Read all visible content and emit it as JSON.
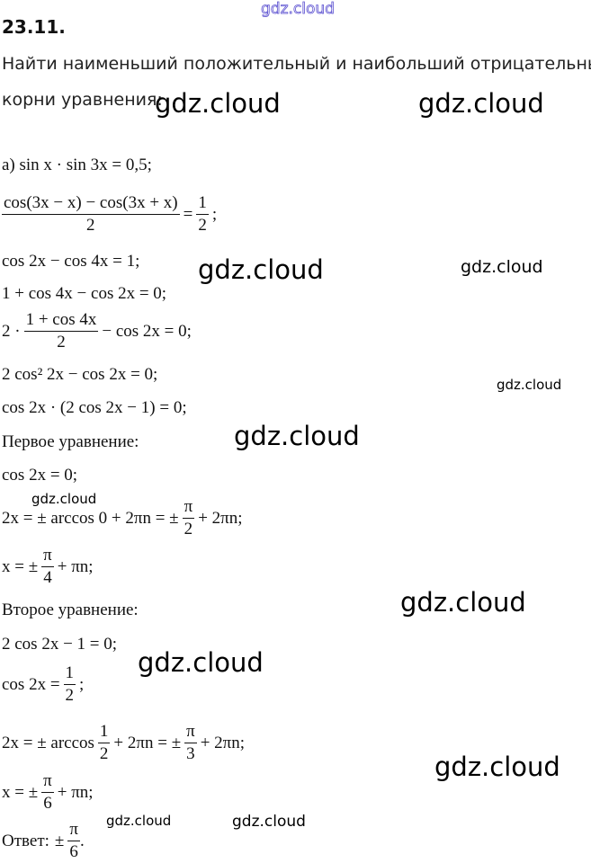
{
  "watermark": "gdz.cloud",
  "title": "23.11.",
  "task": [
    "Найти наименьший положительный и наибольший отрицательный",
    "корни уравнения:"
  ],
  "a_eq": "а) sin x · sin 3x = 0,5;",
  "s1": {
    "num": "cos(3x − x) − cos(3x + x)",
    "den": "2",
    "mid": "=",
    "num2": "1",
    "den2": "2",
    "end": ";"
  },
  "s2": "cos 2x − cos 4x = 1;",
  "s3": "1 + cos 4x − cos 2x = 0;",
  "s4": {
    "pre": "2 ·",
    "num": "1 + cos 4x",
    "den": "2",
    "post": "− cos 2x = 0;"
  },
  "s5": "2 cos² 2x − cos 2x = 0;",
  "s6": "cos 2x · (2 cos 2x − 1) = 0;",
  "first_label": "Первое уравнение:",
  "s7": "cos 2x = 0;",
  "s8": {
    "pre": "2x = ± arccos 0 + 2πn = ±",
    "num": "π",
    "den": "2",
    "post": "+ 2πn;"
  },
  "s9": {
    "pre": "x = ±",
    "num": "π",
    "den": "4",
    "post": "+ πn;"
  },
  "second_label": "Второе уравнение:",
  "s10": "2 cos 2x − 1 = 0;",
  "s11": {
    "pre": "cos 2x =",
    "num": "1",
    "den": "2",
    "post": ";"
  },
  "s12": {
    "pre": "2x = ± arccos",
    "num": "1",
    "den": "2",
    "mid": "+ 2πn = ±",
    "num2": "π",
    "den2": "3",
    "post": "+ 2πn;"
  },
  "s13": {
    "pre": "x = ±",
    "num": "π",
    "den": "6",
    "post": "+ πn;"
  },
  "answer": {
    "label": "Ответ:",
    "pre": "±",
    "num": "π",
    "den": "6",
    "post": "."
  }
}
